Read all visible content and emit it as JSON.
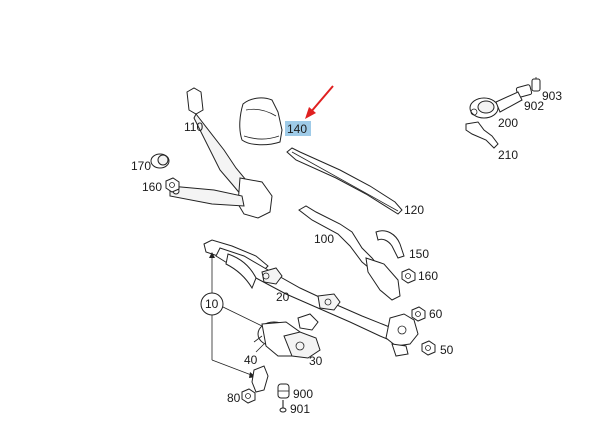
{
  "diagram": {
    "callouts": {
      "c110": "110",
      "c140": "140",
      "c170": "170",
      "c160a": "160",
      "c120": "120",
      "c100": "100",
      "c150": "150",
      "c160b": "160",
      "c903": "903",
      "c902": "902",
      "c200": "200",
      "c210": "210",
      "c10": "10",
      "c20": "20",
      "c60": "60",
      "c50": "50",
      "c30": "30",
      "c40": "40",
      "c80": "80",
      "c900": "900",
      "c901": "901"
    },
    "highlight_color": "#9fcbe8",
    "arrow_color": "#e02020"
  }
}
